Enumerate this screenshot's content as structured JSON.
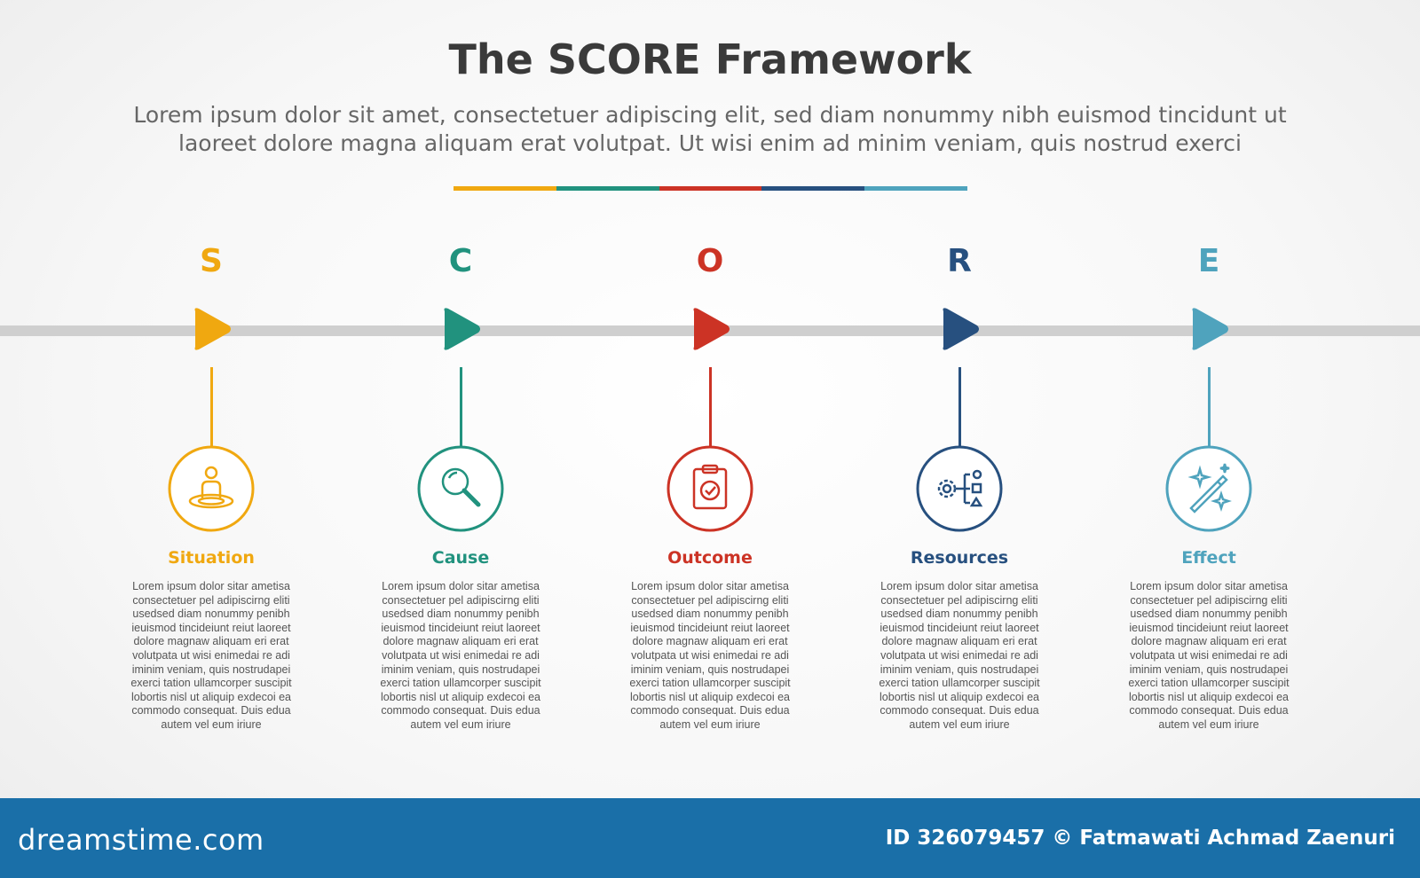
{
  "title": "The SCORE Framework",
  "subtitle_line1": "Lorem ipsum dolor sit amet, consectetuer adipiscing elit, sed diam nonummy nibh euismod tincidunt ut",
  "subtitle_line2": "laoreet dolore magna aliquam erat volutpat. Ut wisi enim ad minim veniam, quis nostrud exerci",
  "colors": [
    "#f0a810",
    "#21927e",
    "#cc3325",
    "#27507f",
    "#4fa3bd"
  ],
  "steps": [
    {
      "letter": "S",
      "label": "Situation",
      "color": "#f0a810",
      "icon": "person-standing-icon"
    },
    {
      "letter": "C",
      "label": "Cause",
      "color": "#21927e",
      "icon": "magnifier-icon"
    },
    {
      "letter": "O",
      "label": "Outcome",
      "color": "#cc3325",
      "icon": "clipboard-check-icon"
    },
    {
      "letter": "R",
      "label": "Resources",
      "color": "#27507f",
      "icon": "gear-shapes-icon"
    },
    {
      "letter": "E",
      "label": "Effect",
      "color": "#4fa3bd",
      "icon": "magic-wand-icon"
    }
  ],
  "description": "Lorem ipsum dolor sitar ametisa consectetuer pel adipiscirng eliti usedsed diam nonummy penibh ieuismod tincideiunt reiut laoreet dolore magnaw aliquam eri erat volutpata ut wisi enimedai re adi iminim veniam, quis nostrudapei exerci tation ullamcorper suscipit lobortis nisl ut aliquip exdecoi ea commodo consequat. Duis edua autem vel eum iriure",
  "footer": {
    "brand": "dreamstime.com",
    "credit": "ID 326079457 © Fatmawati  Achmad Zaenuri"
  }
}
